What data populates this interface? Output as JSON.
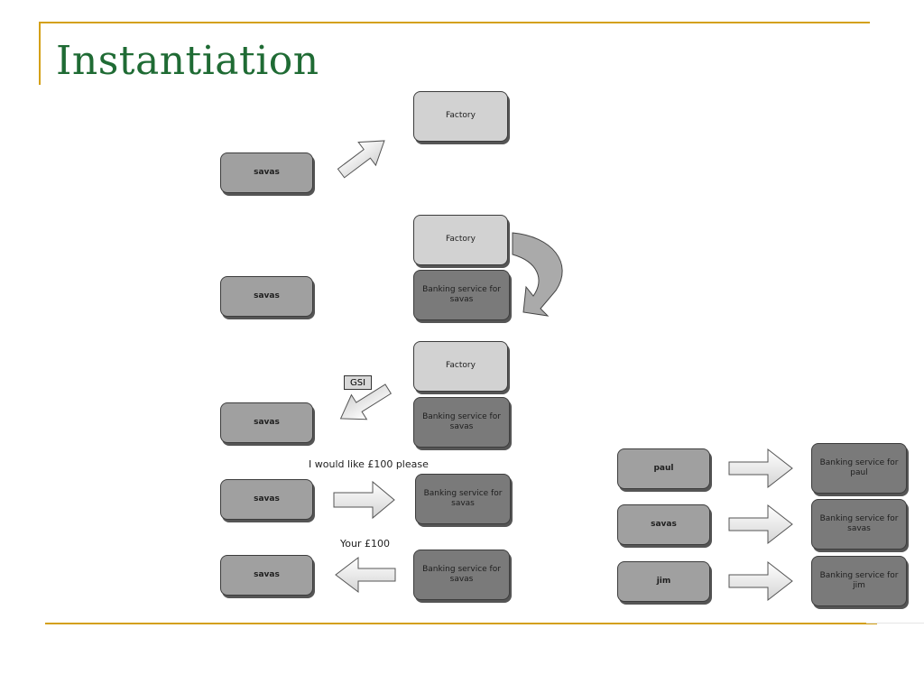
{
  "slide": {
    "title": "Instantiation"
  },
  "left_panel": {
    "step1": {
      "actor": "savas",
      "factory": "Factory"
    },
    "step2": {
      "actor": "savas",
      "factory": "Factory",
      "service": "Banking service for savas"
    },
    "step3": {
      "actor": "savas",
      "factory": "Factory",
      "service": "Banking service for savas",
      "arrow_label": "GSI"
    },
    "step4": {
      "actor": "savas",
      "message": "I would like £100 please",
      "service": "Banking service for savas"
    },
    "step5": {
      "actor": "savas",
      "message": "Your £100",
      "service": "Banking service for savas"
    }
  },
  "right_panel": {
    "rows": [
      {
        "actor": "paul",
        "service": "Banking service for paul"
      },
      {
        "actor": "savas",
        "service": "Banking service for savas"
      },
      {
        "actor": "jim",
        "service": "Banking service for jim"
      }
    ]
  }
}
